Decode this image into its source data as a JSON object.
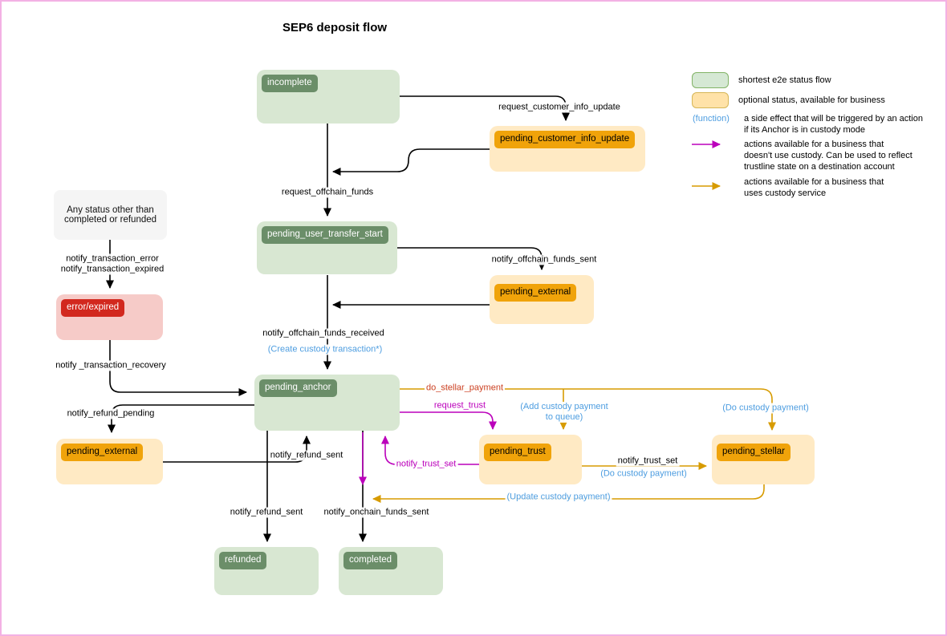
{
  "title": "SEP6 deposit flow",
  "nodes": {
    "incomplete": "incomplete",
    "pending_customer_info_update": "pending_customer_info_update",
    "pending_user_transfer_start": "pending_user_transfer_start",
    "pending_external_right": "pending_external",
    "any_status": "Any status other than\ncompleted or refunded",
    "error_expired": "error/expired",
    "pending_anchor": "pending_anchor",
    "pending_external_left": "pending_external",
    "pending_trust": "pending_trust",
    "pending_stellar": "pending_stellar",
    "refunded": "refunded",
    "completed": "completed"
  },
  "edge_labels": {
    "request_customer_info_update": "request_customer_info_update",
    "request_offchain_funds": "request_offchain_funds",
    "notify_offchain_funds_sent": "notify_offchain_funds_sent",
    "notify_offchain_funds_received": "notify_offchain_funds_received",
    "create_custody_transaction": "(Create custody transaction*)",
    "notify_transaction_error": "notify_transaction_error",
    "notify_transaction_expired": "notify_transaction_expired",
    "notify_transaction_recovery": "notify _transaction_recovery",
    "notify_refund_pending": "notify_refund_pending",
    "notify_refund_sent_return": "notify_refund_sent",
    "notify_refund_sent_refunded": "notify_refund_sent",
    "notify_onchain_funds_sent": "notify_onchain_funds_sent",
    "do_stellar_payment": "do_stellar_payment",
    "request_trust": "request_trust",
    "notify_trust_set_purple": "notify_trust_set",
    "notify_trust_set_orange": "notify_trust_set",
    "add_custody_payment_to_queue": "(Add custody payment\nto queue)",
    "do_custody_payment_stellar": "(Do custody payment)",
    "do_custody_payment_trust": "(Do custody payment)",
    "update_custody_payment": "(Update custody payment)"
  },
  "legend": {
    "green_label": "shortest e2e status flow",
    "yellow_label": "optional status, available for business",
    "function_token": "(function)",
    "function_label": "a side effect that will be triggered by an action\nif its Anchor is in custody mode",
    "magenta_label": "actions available for a business that\ndoesn't use custody. Can be used to reflect\ntrustline state on a destination account",
    "orange_label": "actions available for a business that\nuses custody service"
  },
  "colors": {
    "green_node": "#d8e7d2",
    "green_badge": "#6b8e69",
    "yellow_node": "#ffeac4",
    "orange_badge": "#f0a30a",
    "red_node": "#f6cbc8",
    "red_badge": "#d2281e",
    "gray_node": "#f5f5f5",
    "magenta_arrow": "#bb00bb",
    "orange_arrow": "#d79b00",
    "function_blue": "#4d9de0",
    "do_stellar_payment_label": "#cc4125",
    "page_border": "#f3b1e4"
  }
}
